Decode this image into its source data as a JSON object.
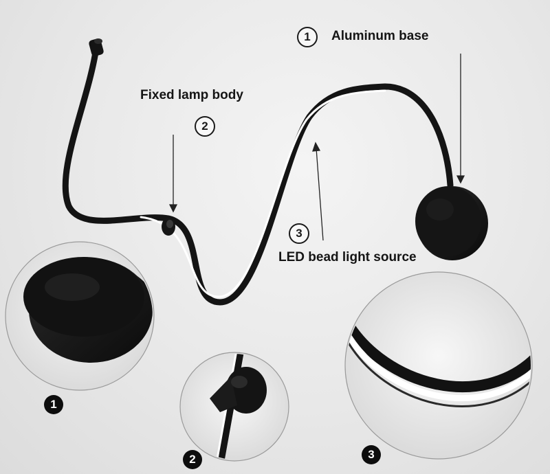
{
  "callouts": [
    {
      "number": "1",
      "label": "Aluminum base"
    },
    {
      "number": "2",
      "label": "Fixed lamp body"
    },
    {
      "number": "3",
      "label": "LED bead light source"
    }
  ],
  "detail_numbers": [
    "1",
    "2",
    "3"
  ],
  "colors": {
    "background": "#e8e8e8",
    "lamp_black": "#141414",
    "led_glow": "#ffffff"
  },
  "icons": [
    "arrow-icon",
    "circled-number-icon"
  ]
}
